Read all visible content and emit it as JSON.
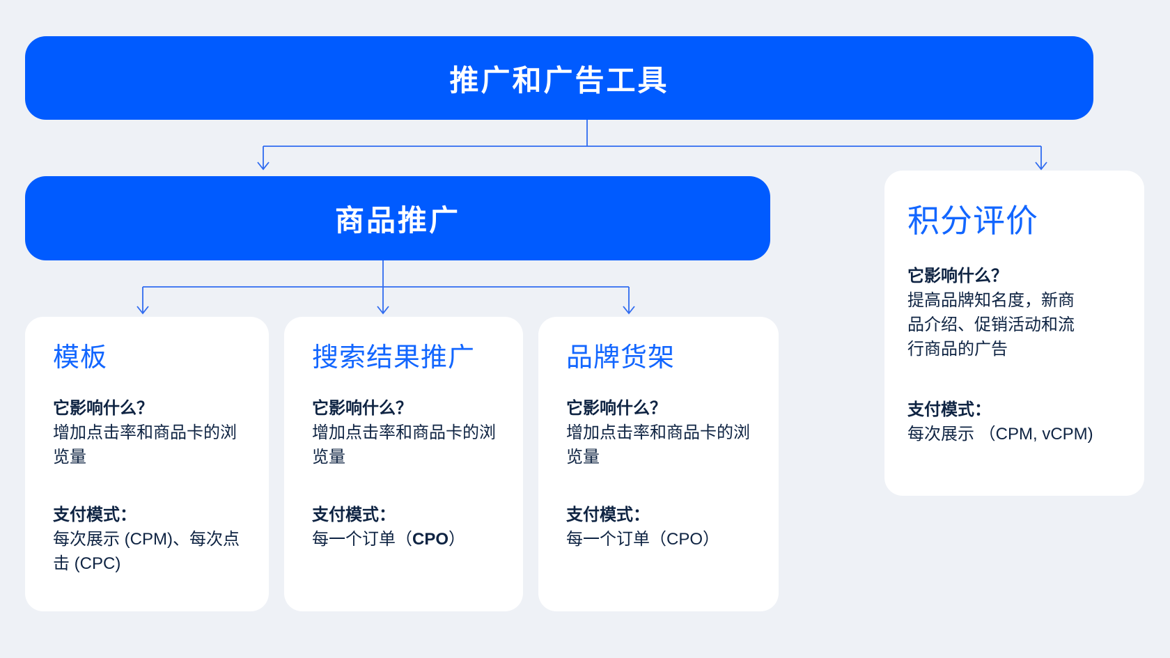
{
  "palette": {
    "background": "#eef1f6",
    "bar_blue": "#005bff",
    "card_title_blue": "#1266ff",
    "text_dark": "#0e2342",
    "connector_blue": "#2f6bf0",
    "card_white": "#ffffff",
    "bar_text_white": "#ffffff"
  },
  "root": {
    "title": "推广和广告工具"
  },
  "branch": {
    "title": "商品推广"
  },
  "cards": [
    {
      "title": "模板",
      "impact_heading": "它影响什么？",
      "impact_body": "增加点击率和商品卡的浏\n览量",
      "payment_heading": "支付模式：",
      "payment_pre": "每次展示 (CPM)、每次点\n击 (CPC)",
      "payment_bold": "",
      "payment_post": ""
    },
    {
      "title": "搜索结果推广",
      "impact_heading": "它影响什么？",
      "impact_body": "增加点击率和商品卡的浏\n览量",
      "payment_heading": "支付模式：",
      "payment_pre": "每一个订单（",
      "payment_bold": "CPO",
      "payment_post": "）"
    },
    {
      "title": "品牌货架",
      "impact_heading": "它影响什么？",
      "impact_body": "增加点击率和商品卡的浏\n览量",
      "payment_heading": "支付模式：",
      "payment_pre": "每一个订单（CPO）",
      "payment_bold": "",
      "payment_post": ""
    }
  ],
  "side_card": {
    "title": "积分评价",
    "impact_heading": "它影响什么？",
    "impact_body": "提高品牌知名度，新商\n品介绍、促销活动和流\n行商品的广告",
    "payment_heading": "支付模式：",
    "payment_pre": "每次展示 （CPM, vCPM)",
    "payment_bold": "",
    "payment_post": ""
  }
}
